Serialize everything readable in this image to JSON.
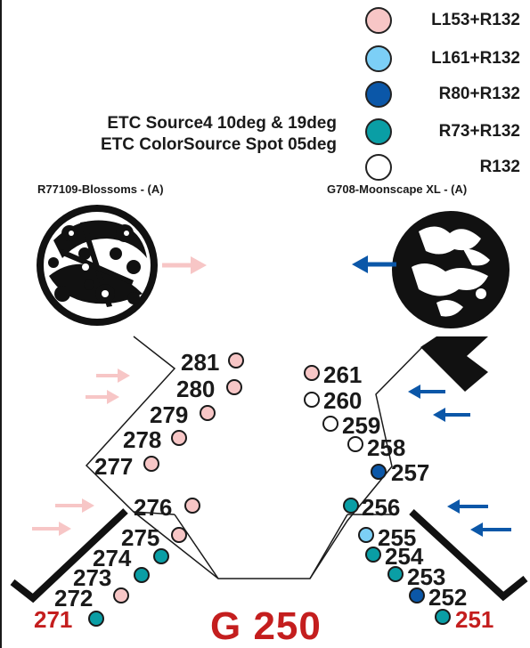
{
  "legend": {
    "items": [
      {
        "label": "L153+R132",
        "color": "#f7c6c6"
      },
      {
        "label": "L161+R132",
        "color": "#7ccff6"
      },
      {
        "label": "R80+R132",
        "color": "#0b57a8"
      },
      {
        "label": "R73+R132",
        "color": "#0a9ea5"
      },
      {
        "label": "R132",
        "color": "#ffffff"
      }
    ]
  },
  "instruments": {
    "line1": "ETC Source4 10deg & 19deg",
    "line2": "ETC ColorSource Spot 05deg"
  },
  "gobos": {
    "left": {
      "title": "R77109-Blossoms - (A)",
      "icon": "blossoms-gobo-icon",
      "arrow_color": "#f7c6c6"
    },
    "right": {
      "title": "G708-Moonscape XL - (A)",
      "icon": "moonscape-gobo-icon",
      "arrow_color": "#0b57a8"
    }
  },
  "units": [
    {
      "number": "281",
      "color": "#f7c6c6",
      "side": "left"
    },
    {
      "number": "280",
      "color": "#f7c6c6",
      "side": "left"
    },
    {
      "number": "279",
      "color": "#f7c6c6",
      "side": "left"
    },
    {
      "number": "278",
      "color": "#f7c6c6",
      "side": "left"
    },
    {
      "number": "277",
      "color": "#f7c6c6",
      "side": "left"
    },
    {
      "number": "276",
      "color": "#f7c6c6",
      "side": "left"
    },
    {
      "number": "275",
      "color": "#f7c6c6",
      "side": "left"
    },
    {
      "number": "274",
      "color": "#0a9ea5",
      "side": "left"
    },
    {
      "number": "273",
      "color": "#0a9ea5",
      "side": "left"
    },
    {
      "number": "272",
      "color": "#f7c6c6",
      "side": "left"
    },
    {
      "number": "271",
      "color": "#0a9ea5",
      "side": "left",
      "red": true
    },
    {
      "number": "261",
      "color": "#f7c6c6",
      "side": "right"
    },
    {
      "number": "260",
      "color": "#ffffff",
      "side": "right"
    },
    {
      "number": "259",
      "color": "#ffffff",
      "side": "right"
    },
    {
      "number": "258",
      "color": "#ffffff",
      "side": "right"
    },
    {
      "number": "257",
      "color": "#0b57a8",
      "side": "right"
    },
    {
      "number": "256",
      "color": "#0a9ea5",
      "side": "right"
    },
    {
      "number": "255",
      "color": "#7ccff6",
      "side": "right"
    },
    {
      "number": "254",
      "color": "#0a9ea5",
      "side": "right"
    },
    {
      "number": "253",
      "color": "#0a9ea5",
      "side": "right"
    },
    {
      "number": "252",
      "color": "#0b57a8",
      "side": "right"
    },
    {
      "number": "251",
      "color": "#0a9ea5",
      "side": "right",
      "red": true
    }
  ],
  "venue": {
    "label": "G 250",
    "color": "#c41e1e"
  },
  "arrows": {
    "pink": "#f7c6c6",
    "blue": "#0b57a8"
  }
}
